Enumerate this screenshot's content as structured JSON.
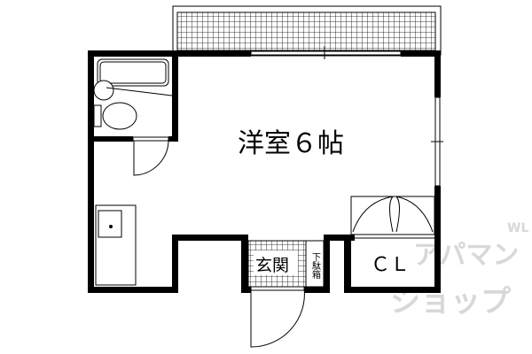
{
  "floorplan": {
    "rooms": {
      "western_room": "洋室６帖",
      "entrance": "玄関",
      "shoe_box": "下駄箱",
      "closet": "ＣＬ"
    },
    "watermark": {
      "line1": "アパマン",
      "line2": "ショップ",
      "mark": "WL"
    },
    "colors": {
      "wall": "#000000",
      "background": "#ffffff",
      "watermark": "#d8d8d8"
    }
  }
}
